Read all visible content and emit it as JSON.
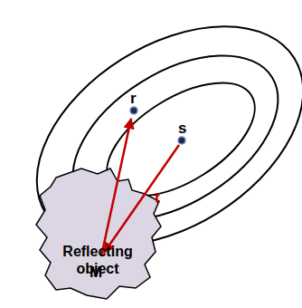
{
  "diagram": {
    "nodes": [
      {
        "text": [
          "Reflecting object"
        ]
      }
    ],
    "labels": [
      "r",
      "s",
      "t",
      "M"
    ]
  }
}
